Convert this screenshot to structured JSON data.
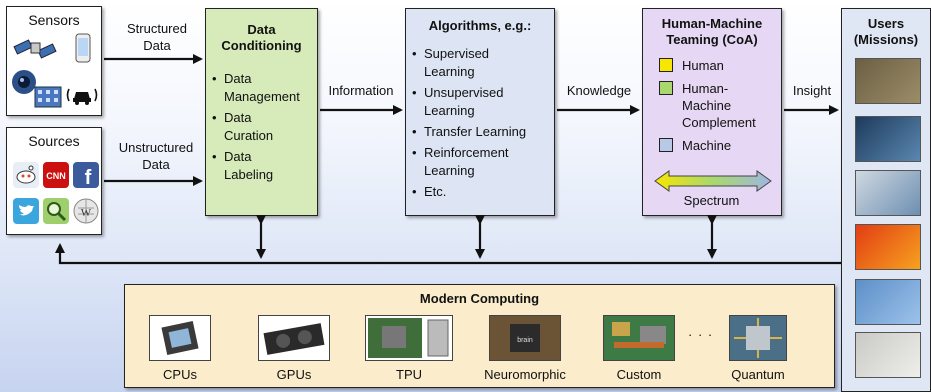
{
  "sensors": {
    "title": "Sensors"
  },
  "sources": {
    "title": "Sources"
  },
  "flows": {
    "structured_line1": "Structured",
    "structured_line2": "Data",
    "unstructured_line1": "Unstructured",
    "unstructured_line2": "Data",
    "information": "Information",
    "knowledge": "Knowledge",
    "insight": "Insight"
  },
  "conditioning": {
    "title_line1": "Data",
    "title_line2": "Conditioning",
    "items": [
      [
        "Data",
        "Management"
      ],
      [
        "Data",
        "Curation"
      ],
      [
        "Data",
        "Labeling"
      ]
    ]
  },
  "algorithms": {
    "title": "Algorithms, e.g.:",
    "items": [
      [
        "Supervised",
        "Learning"
      ],
      [
        "Unsupervised",
        "Learning"
      ],
      [
        "Transfer Learning"
      ],
      [
        "Reinforcement",
        "Learning"
      ],
      [
        "Etc."
      ]
    ]
  },
  "teaming": {
    "title_line1": "Human-Machine",
    "title_line2": "Teaming (CoA)",
    "legend": [
      {
        "lines": [
          "Human"
        ],
        "color": "#f7e600"
      },
      {
        "lines": [
          "Human-",
          "Machine",
          "Complement"
        ],
        "color": "#a9d86e"
      },
      {
        "lines": [
          "Machine"
        ],
        "color": "#b8c9e6"
      }
    ],
    "spectrum_label": "Spectrum"
  },
  "users": {
    "title_line1": "Users",
    "title_line2": "(Missions)",
    "tiles": [
      {
        "icon": "soldiers-photo-icon",
        "colors": [
          "#6b5f44",
          "#9c8d68"
        ]
      },
      {
        "icon": "operations-center-photo-icon",
        "colors": [
          "#1d3b5c",
          "#5b87b0"
        ]
      },
      {
        "icon": "medical-photo-icon",
        "colors": [
          "#cfd8e0",
          "#6d8fb2"
        ]
      },
      {
        "icon": "heatmap-photo-icon",
        "colors": [
          "#e23d14",
          "#f6a21f"
        ]
      },
      {
        "icon": "drone-photo-icon",
        "colors": [
          "#5d8fc8",
          "#9cc2ea"
        ]
      },
      {
        "icon": "self-driving-car-photo-icon",
        "colors": [
          "#c9c9c6",
          "#eeeeea"
        ]
      }
    ]
  },
  "computing": {
    "title": "Modern Computing",
    "items": [
      {
        "label": "CPUs",
        "icon": "cpu-chip-icon"
      },
      {
        "label": "GPUs",
        "icon": "gpu-card-icon"
      },
      {
        "label": "TPU",
        "icon": "tpu-board-icon"
      },
      {
        "label": "Neuromorphic",
        "icon": "neuromorphic-chip-icon"
      },
      {
        "label": "Custom",
        "icon": "custom-board-icon"
      },
      {
        "label": "Quantum",
        "icon": "quantum-chip-icon"
      }
    ],
    "ellipsis": "· · ·"
  }
}
